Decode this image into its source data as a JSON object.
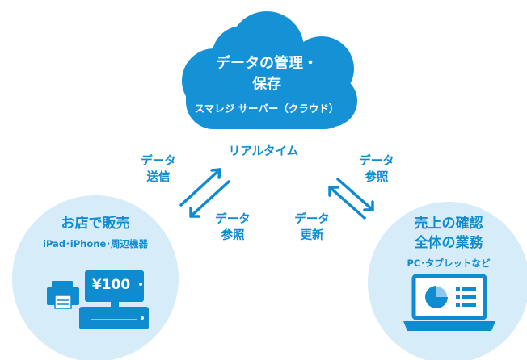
{
  "cloud": {
    "title_line1": "データの管理・",
    "title_line2": "保存",
    "subtitle": "スマレジ サーバー（クラウド）"
  },
  "realtime_label": "リアルタイム",
  "left_arrows": {
    "send_line1": "データ",
    "send_line2": "送信",
    "ref_line1": "データ",
    "ref_line2": "参照"
  },
  "right_arrows": {
    "ref_line1": "データ",
    "ref_line2": "参照",
    "update_line1": "データ",
    "update_line2": "更新"
  },
  "store": {
    "title": "お店で販売",
    "subtitle": "iPad･iPhone･周辺機器",
    "register_display": "¥100"
  },
  "office": {
    "title_line1": "売上の確認",
    "title_line2": "全体の業務",
    "subtitle": "PC･タブレットなど"
  },
  "colors": {
    "brand_blue": "#0f8bd0",
    "light_circle": "#d6ecf8",
    "cloud": "#1592d6"
  }
}
